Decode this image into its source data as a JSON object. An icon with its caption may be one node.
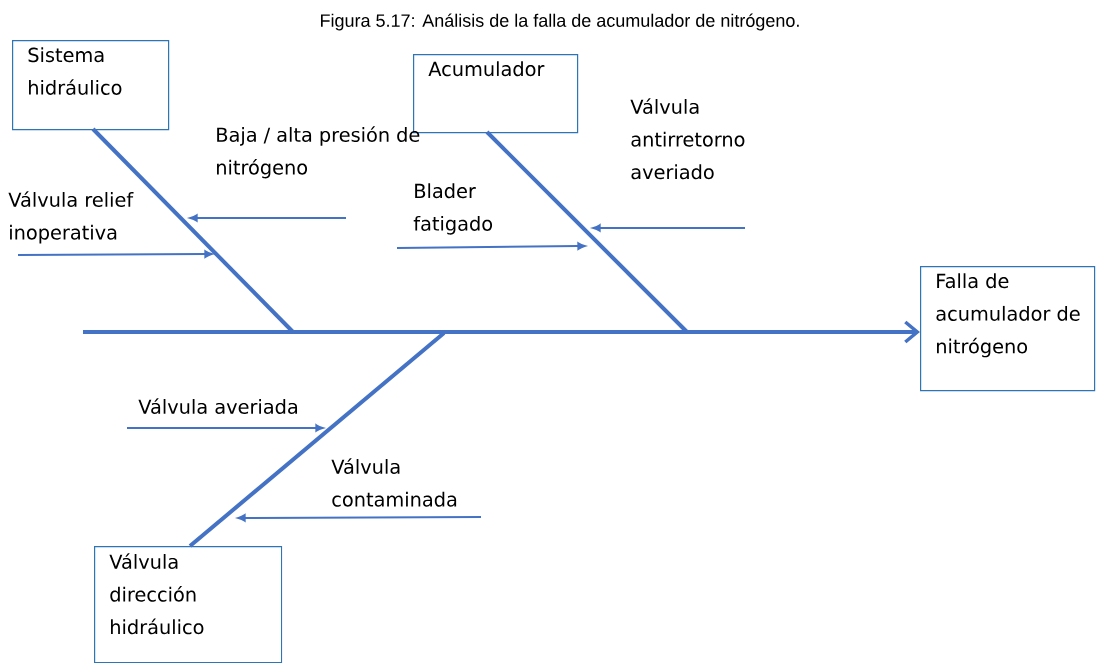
{
  "diagram": {
    "title": "Figura 5.17: Análisis de la falla de acumulador de nitrógeno.",
    "nodes": [
      {
        "text": [
          "Sistema hidráulico"
        ]
      },
      {
        "text": [
          "Acumulador"
        ]
      },
      {
        "text": [
          "Falla de acumulador de nitrógeno"
        ]
      },
      {
        "text": [
          "Válvula dirección hidráulico"
        ]
      },
      {
        "text": [
          "Baja / alta presión de nitrógeno"
        ]
      },
      {
        "text": [
          "Válvula relief inoperativa"
        ]
      },
      {
        "text": [
          "Blader fatigado"
        ]
      },
      {
        "text": [
          "Válvula antirretorno averiado"
        ]
      },
      {
        "text": [
          "Válvula averiada"
        ]
      },
      {
        "text": [
          "Válvula contaminada"
        ]
      }
    ],
    "edges": [
      {
        "from": 0,
        "to": null,
        "arrow": "none",
        "style": "thick"
      },
      {
        "from": 1,
        "to": null,
        "arrow": "none",
        "style": "thick"
      },
      {
        "from": 3,
        "to": null,
        "arrow": "none",
        "style": "thick"
      },
      {
        "from": null,
        "to": 2,
        "arrow": "to",
        "style": "thick"
      },
      {
        "from": 4,
        "to": null,
        "arrow": "to"
      },
      {
        "from": 5,
        "to": null,
        "arrow": "to"
      },
      {
        "from": 6,
        "to": null,
        "arrow": "to"
      },
      {
        "from": 7,
        "to": null,
        "arrow": "to"
      },
      {
        "from": 8,
        "to": null,
        "arrow": "to"
      },
      {
        "from": 9,
        "to": null,
        "arrow": "to"
      }
    ]
  }
}
